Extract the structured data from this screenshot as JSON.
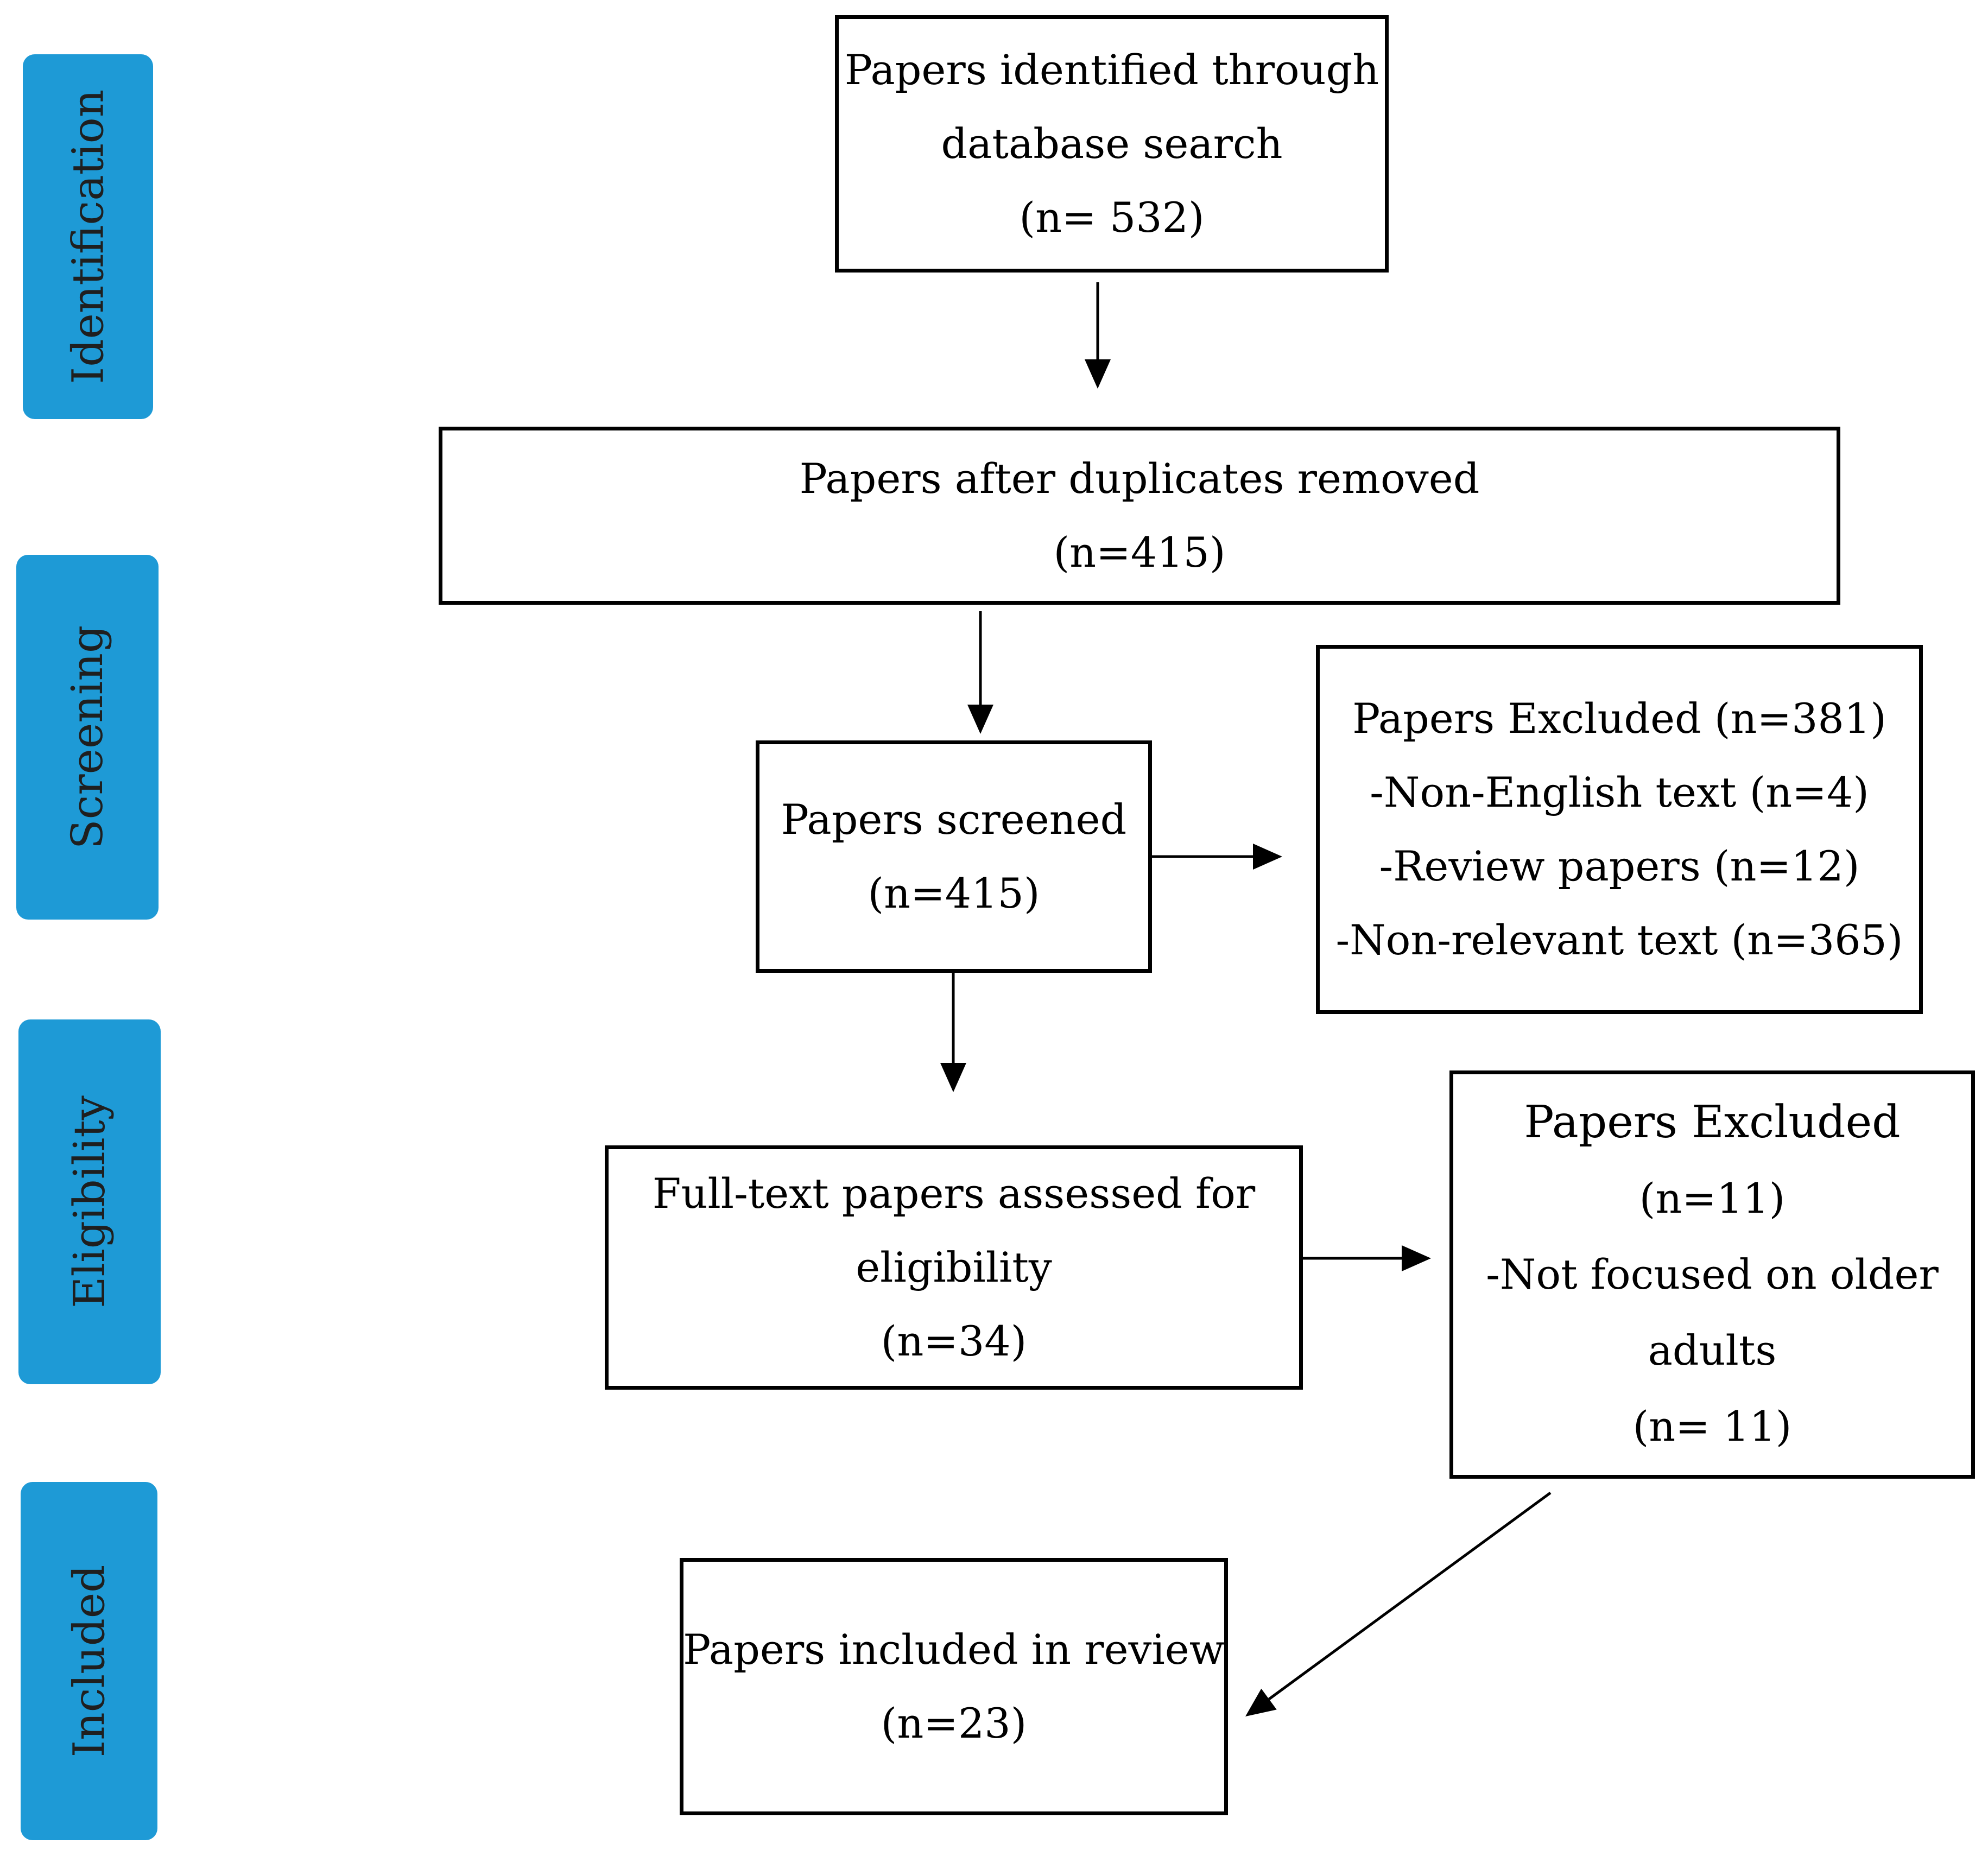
{
  "colors": {
    "stage_fill": "#1e9ad6",
    "box_border": "#000000",
    "arrow": "#000000"
  },
  "stages": [
    {
      "label": "Identification"
    },
    {
      "label": "Screening"
    },
    {
      "label": "Eligibility"
    },
    {
      "label": "Included"
    }
  ],
  "boxes": {
    "identified": {
      "lines": [
        "Papers identified through",
        "database search",
        "(n= 532)"
      ]
    },
    "deduplicated": {
      "lines": [
        "Papers after duplicates removed",
        "(n=415)"
      ]
    },
    "screened": {
      "lines": [
        "Papers screened",
        "(n=415)"
      ]
    },
    "excluded_screening": {
      "lines": [
        "Papers Excluded (n=381)",
        "-Non-English text (n=4)",
        "-Review papers (n=12)",
        "-Non-relevant text (n=365)"
      ]
    },
    "fulltext": {
      "lines": [
        "Full-text papers assessed for",
        "eligibility",
        "(n=34)"
      ]
    },
    "excluded_eligibility": {
      "lines": [
        "Papers Excluded",
        "(n=11)",
        "-Not focused on older",
        "adults",
        "(n= 11)"
      ]
    },
    "included": {
      "lines": [
        "Papers included in review",
        "(n=23)"
      ]
    }
  }
}
